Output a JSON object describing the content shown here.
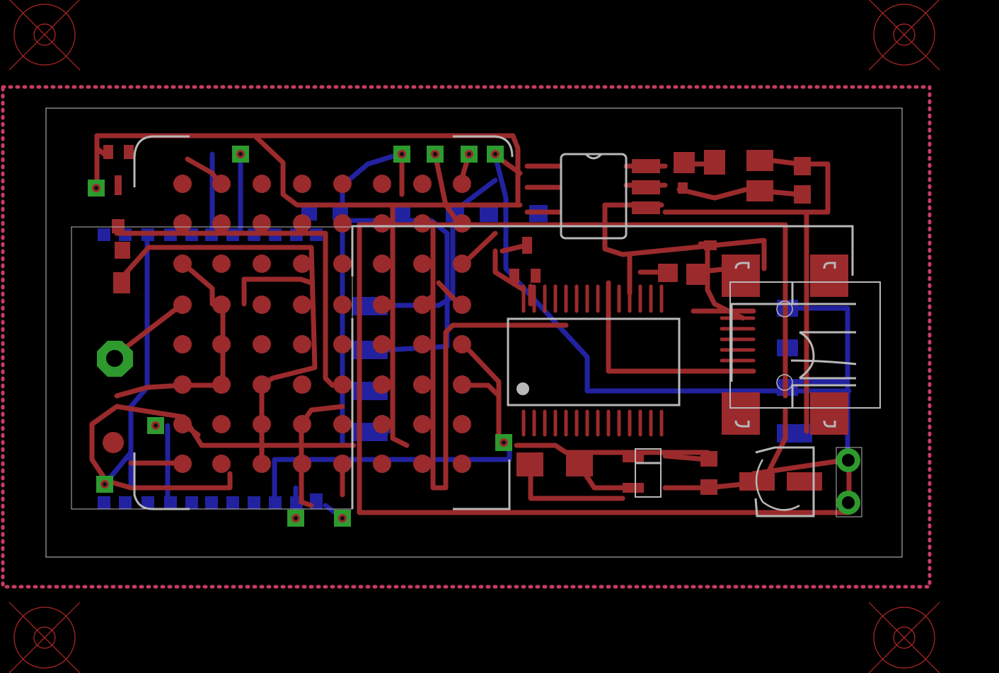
{
  "colors": {
    "background": "#000000",
    "top_copper": "#9b2a2c",
    "bottom_copper": "#2222a0",
    "via": "#2e9a2e",
    "via_hole": "#1a1a1a",
    "silkscreen": "#b8b8b8",
    "dimension": "#c8c8c8",
    "board_outline": "#c83c64",
    "fiducial": "#b42828",
    "mount_hole": "#3aa03a"
  },
  "layers": [
    "top-copper",
    "bottom-copper",
    "vias",
    "silkscreen",
    "dimension",
    "board-outline",
    "fiducials"
  ],
  "fiducial_count": 4,
  "via_count": 13,
  "mounting_hole_count": 1,
  "header_pin_count": 2
}
